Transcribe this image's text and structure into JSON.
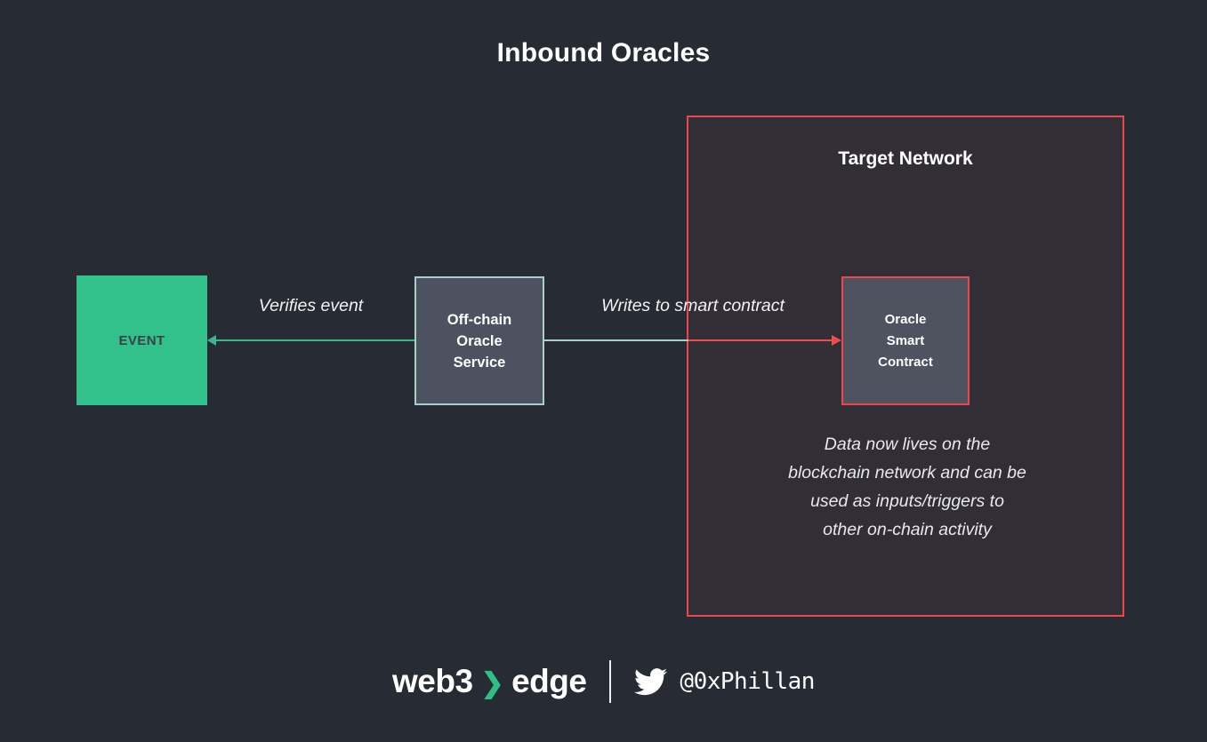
{
  "slide": {
    "title": "Inbound Oracles",
    "background_color": "#272b33"
  },
  "nodes": {
    "event": {
      "label": "EVENT",
      "fill_color": "#32c08b",
      "text_color": "#3a4049"
    },
    "offchain_oracle": {
      "label": "Off-chain\nOracle\nService",
      "line1": "Off-chain",
      "line2": "Oracle",
      "line3": "Service",
      "fill_color": "#4c5260",
      "border_color": "#a9cfca"
    },
    "oracle_smart_contract": {
      "label": "Oracle\nSmart\nContract",
      "line1": "Oracle",
      "line2": "Smart",
      "line3": "Contract",
      "fill_color": "#4f5360",
      "border_color": "#ea4850"
    }
  },
  "edges": {
    "verifies": {
      "label": "Verifies event",
      "color": "#39b98a",
      "direction": "right-to-left"
    },
    "writes": {
      "label": "Writes to smart contract",
      "color_outside": "#a9cfca",
      "color_inside": "#f04e4e",
      "direction": "left-to-right"
    }
  },
  "target_network": {
    "title": "Target Network",
    "border_color": "#e8474f",
    "fill_color": "#322e36",
    "note_line1": "Data now lives on the",
    "note_line2": "blockchain network and can be",
    "note_line3": "used as inputs/triggers to",
    "note_line4": "other on-chain activity"
  },
  "footer": {
    "brand_left": "web3",
    "brand_chevron": "❯",
    "brand_right": "edge",
    "chevron_color": "#2fbf84",
    "twitter_icon": "twitter-bird-icon",
    "handle": "@0xPhillan"
  }
}
